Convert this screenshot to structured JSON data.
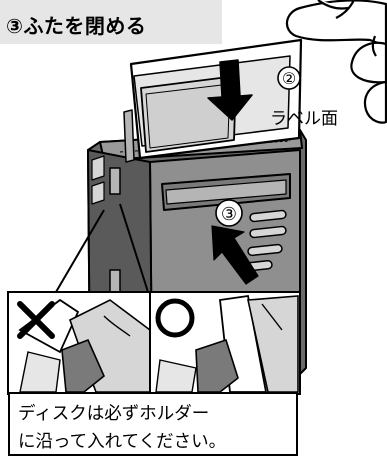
{
  "step_title": {
    "number": "③",
    "text": "ふたを閉める"
  },
  "callouts": {
    "step2_number": "②",
    "label_face": "ラベル面",
    "step3_number": "③"
  },
  "insets": {
    "wrong_mark": "×",
    "right_mark": "○"
  },
  "caption": {
    "line1": "ディスクは必ずホルダー",
    "line2": "に沿って入れてください。"
  },
  "colors": {
    "title_band": "#e6e6e6",
    "body_gray": "#8f8f8f",
    "dark_gray": "#5a5a5a",
    "light_gray": "#d6d6d6",
    "ink": "#000000"
  }
}
